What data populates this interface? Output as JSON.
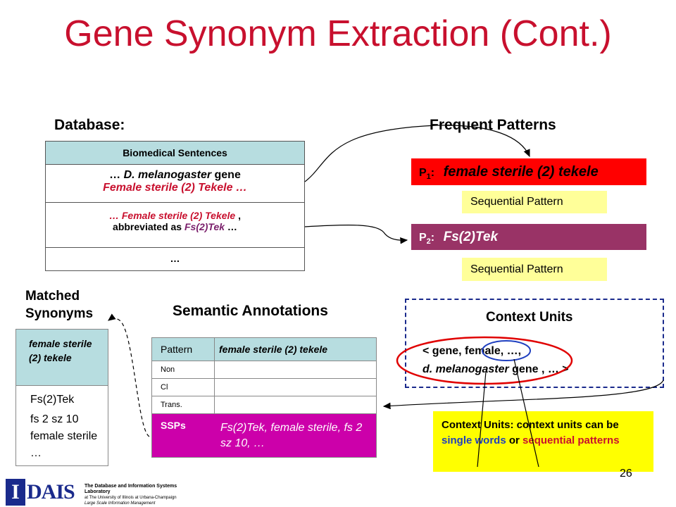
{
  "slide": {
    "title": "Gene Synonym Extraction (Cont.)",
    "page_number": "26",
    "colors": {
      "title": "#c8102e",
      "table_header": "#b7dde0",
      "p1": "#ff0000",
      "p2": "#993366",
      "seq": "#ffff99",
      "ssp": "#cc00aa",
      "note": "#ffff00"
    }
  },
  "database": {
    "heading": "Database:",
    "header": "Biomedical Sentences",
    "row1": {
      "pre": "… ",
      "species": "D. melanogaster",
      "post": " gene",
      "line2": "Female sterile (2) Tekele …"
    },
    "row2": {
      "line1_red": "… Female sterile (2) Tekele",
      "line1_tail": " ,",
      "line2_pre": "abbreviated as ",
      "line2_purple": "Fs(2)Tek",
      "line2_tail": " …"
    },
    "row3": "…"
  },
  "patterns": {
    "heading": "Frequent Patterns",
    "p1_label": "P",
    "p1_sub": "1",
    "p1_colon": ":",
    "p1_text": "female sterile (2) tekele",
    "p2_label": "P",
    "p2_sub": "2",
    "p2_colon": ":",
    "p2_text": "Fs(2)Tek",
    "seq1": "Sequential Pattern",
    "seq2": "Sequential Pattern"
  },
  "matched": {
    "heading_line1": "Matched",
    "heading_line2": "Synonyms",
    "header": "female sterile (2) tekele",
    "items": [
      "Fs(2)Tek",
      "fs 2 sz 10 female sterile …"
    ]
  },
  "semantic": {
    "heading": "Semantic Annotations",
    "header_left": "Pattern",
    "header_right": "female sterile (2) tekele",
    "rows": [
      "Non",
      "Cl",
      "Trans."
    ],
    "ssp_label": "SSPs",
    "ssp_value": "Fs(2)Tek, female sterile,  fs 2 sz 10,  …"
  },
  "context": {
    "heading": "Context Units",
    "line1": "<  gene, female, …,",
    "line2_species": "d. melanogaster",
    "line2_rest": " gene , … >"
  },
  "note": {
    "pre": "Context Units: context units can be ",
    "blue": "single words",
    "mid": " or ",
    "red": "sequential patterns"
  },
  "logo": {
    "letters": "IDAIS",
    "line1": "The Database and Information Systems Laboratory",
    "line2": "at The University of Illinois at Urbana-Champaign",
    "line3": "Large Scale Information Management"
  }
}
